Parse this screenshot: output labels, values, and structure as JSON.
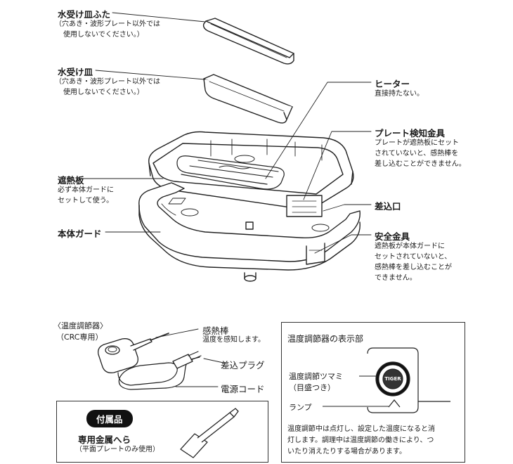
{
  "labels": {
    "drip_lid": {
      "title": "水受け皿ふた",
      "note1": "（穴あき・波形プレート以外では",
      "note2": "使用しないでください。）"
    },
    "drip_tray": {
      "title": "水受け皿",
      "note1": "（穴あき・波形プレート以外では",
      "note2": "使用しないでください。）"
    },
    "heat_shield": {
      "title": "遮熱板",
      "note1": "必ず本体ガードに",
      "note2": "セットして使う。"
    },
    "body_guard": {
      "title": "本体ガード"
    },
    "heater": {
      "title": "ヒーター",
      "note1": "直接持たない。"
    },
    "plate_sensor": {
      "title": "プレート検知金具",
      "note1": "プレートが遮熱板にセット",
      "note2": "されていないと、感熱棒を",
      "note3": "差し込むことができません。"
    },
    "socket": {
      "title": "差込口"
    },
    "safety_fitting": {
      "title": "安全金具",
      "note1": "遮熱板が本体ガードに",
      "note2": "セットされていないと、",
      "note3": "感熱棒を差し込むことが",
      "note4": "できません。"
    }
  },
  "controller": {
    "heading1": "〈温度調節器〉",
    "heading2": "（CRC専用）",
    "probe": {
      "title": "感熱棒",
      "note": "温度を感知します。"
    },
    "plug": "差込プラグ",
    "cord": "電源コード"
  },
  "display_panel": {
    "title": "温度調節器の表示部",
    "knob_label1": "温度調節ツマミ",
    "knob_label2": "（目盛つき）",
    "lamp_label": "ランプ",
    "knob_brand": "TIGER",
    "body1": "温度調節中は点灯し、設定した温度になると消",
    "body2": "灯します。調理中は温度調節の働きにより、つ",
    "body3": "いたり消えたりする場合があります。"
  },
  "accessory": {
    "badge": "付属品",
    "title": "専用金属へら",
    "note": "（平面プレートのみ使用）"
  }
}
